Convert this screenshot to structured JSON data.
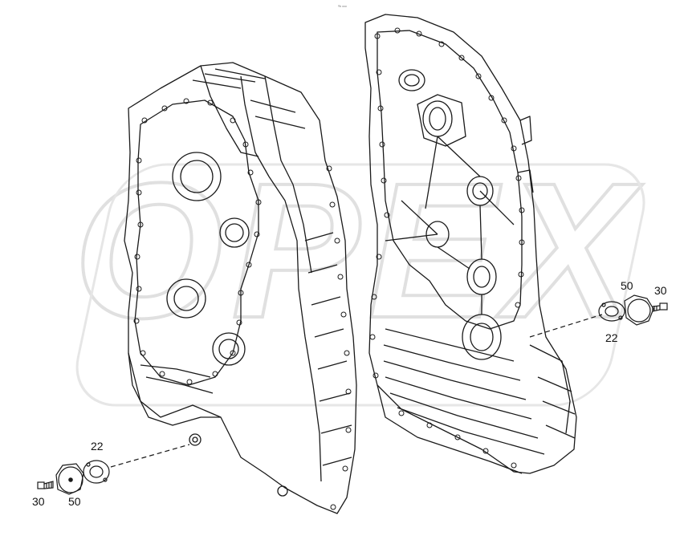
{
  "header": {
    "mark": "⁰ᵇ ᵒᵒᵒ"
  },
  "watermark": {
    "text": "OPEX",
    "color": "#d9d9d9"
  },
  "callouts": {
    "left_gasket": "22",
    "left_bolt": "30",
    "left_cover": "50",
    "right_cover": "50",
    "right_bolt": "30",
    "right_gasket": "22"
  },
  "colors": {
    "line": "#1a1a1a",
    "hatch": "#3a3a3a",
    "paper": "#ffffff"
  }
}
